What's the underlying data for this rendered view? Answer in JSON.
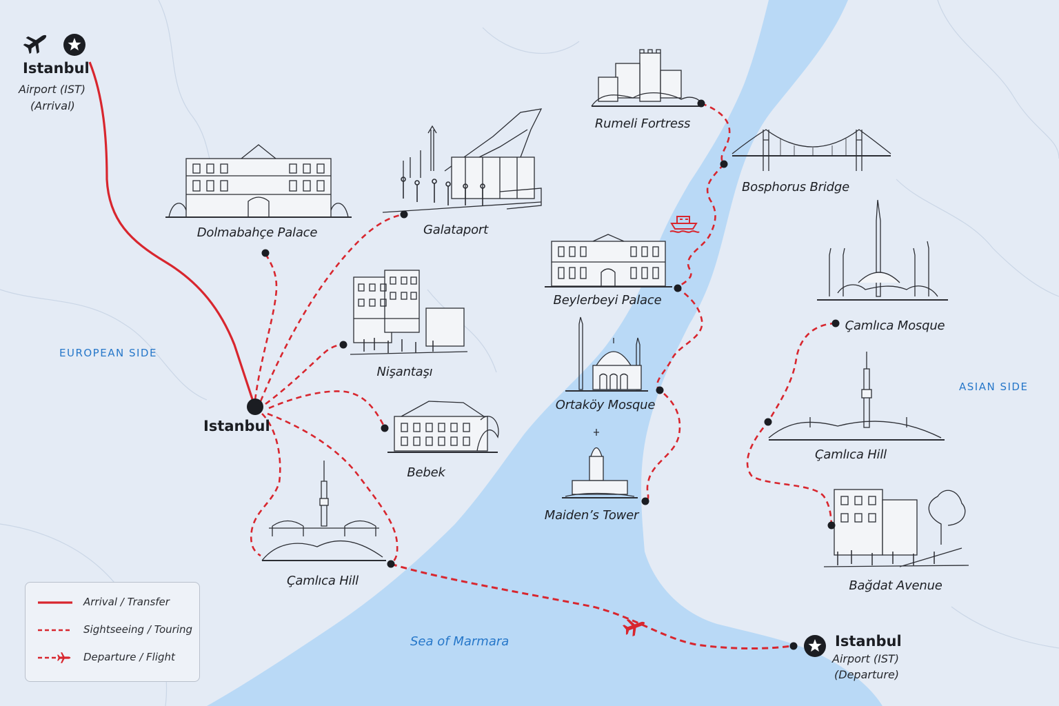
{
  "regions": {
    "european_side": "EUROPEAN SIDE",
    "asian_side": "ASIAN SIDE",
    "sea": "Sea of Marmara"
  },
  "arrival_airport": {
    "name": "Istanbul",
    "line2": "Airport (IST)",
    "line3": "(Arrival)",
    "icons": [
      "airplane-icon",
      "star-icon"
    ]
  },
  "departure_airport": {
    "name": "Istanbul",
    "line2": "Airport (IST)",
    "line3": "(Departure)",
    "icons": [
      "star-icon"
    ]
  },
  "hub": {
    "name": "Istanbul"
  },
  "european_stops": [
    {
      "id": "dolmabahce",
      "label": "Dolmabahçe Palace",
      "icon": "palace-icon"
    },
    {
      "id": "galataport",
      "label": "Galataport",
      "icon": "promenade-icon"
    },
    {
      "id": "nisantasi",
      "label": "Nişantaşı",
      "icon": "street-icon"
    },
    {
      "id": "bebek",
      "label": "Bebek",
      "icon": "mansion-icon"
    },
    {
      "id": "camlica-hill-eu",
      "label": "Çamlıca Hill",
      "icon": "tv-tower-icon"
    }
  ],
  "bosphorus_stops": [
    {
      "id": "rumeli",
      "label": "Rumeli Fortress",
      "icon": "fortress-icon"
    },
    {
      "id": "bridge",
      "label": "Bosphorus Bridge",
      "icon": "suspension-bridge-icon"
    },
    {
      "id": "beylerbeyi",
      "label": "Beylerbeyi Palace",
      "icon": "palace-icon"
    },
    {
      "id": "ortakoy",
      "label": "Ortaköy Mosque",
      "icon": "mosque-icon"
    },
    {
      "id": "maiden",
      "label": "Maiden’s Tower",
      "icon": "tower-icon"
    }
  ],
  "asian_stops": [
    {
      "id": "camlica-mosque",
      "label": "Çamlıca Mosque",
      "icon": "mosque-icon"
    },
    {
      "id": "camlica-hill-as",
      "label": "Çamlıca Hill",
      "icon": "tv-tower-icon"
    },
    {
      "id": "bagdat",
      "label": "Bağdat Avenue",
      "icon": "avenue-icon"
    }
  ],
  "legend": {
    "items": [
      {
        "label": "Arrival / Transfer",
        "style": "solid"
      },
      {
        "label": "Sightseeing / Touring",
        "style": "dashed"
      },
      {
        "label": "Departure / Flight",
        "style": "dashed-plane"
      }
    ]
  },
  "colors": {
    "land": "#e4ebf5",
    "water": "#b9d9f6",
    "route": "#d8262e",
    "region_text": "#2677c9",
    "ink": "#1b1d22"
  }
}
